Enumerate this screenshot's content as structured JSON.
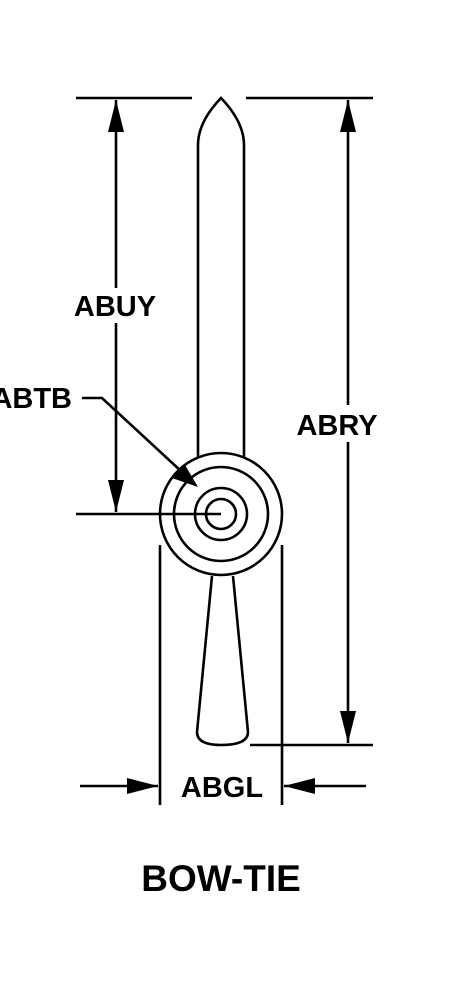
{
  "dimensions": {
    "overall_length": "ABRY",
    "upper_length": "ABUY",
    "hole_callout": "ABTB",
    "width": "ABGL"
  },
  "title": "BOW-TIE",
  "colors": {
    "line": "#000000",
    "background": "#ffffff"
  }
}
